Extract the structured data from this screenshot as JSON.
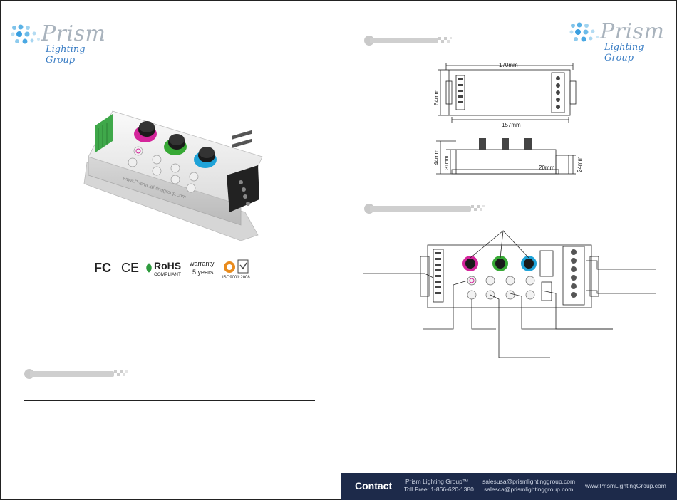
{
  "brand": {
    "name": "Prism",
    "subtitle": "Lighting Group"
  },
  "product": {
    "website_print": "www.PrismLightinggroup.com"
  },
  "certifications": {
    "fcc": "FC",
    "ce": "CE",
    "rohs": "RoHS",
    "rohs_sub": "COMPLIANT",
    "warranty_line1": "warranty",
    "warranty_line2": "5 years",
    "iso": "ISO9001:2008"
  },
  "dimensions": {
    "length_total": "170mm",
    "length_body": "157mm",
    "width": "64mm",
    "height_total": "44mm",
    "height_body": "31mm",
    "terminal_height": "24mm",
    "terminal_depth": "20mm"
  },
  "contact": {
    "title": "Contact",
    "company": "Prism Lighting Group™",
    "toll_free": "Toll Free: 1-866-620-1380",
    "email_usa": "salesusa@prismlightinggroup.com",
    "email_ca": "salesca@prismlightinggroup.com",
    "website": "www.PrismLightingGroup.com"
  },
  "colors": {
    "footer_bg": "#1d2a4a",
    "logo_blue": "#3a7dc4",
    "knob_magenta": "#d4259b",
    "knob_green": "#37a935",
    "knob_cyan": "#1fa3d8"
  }
}
